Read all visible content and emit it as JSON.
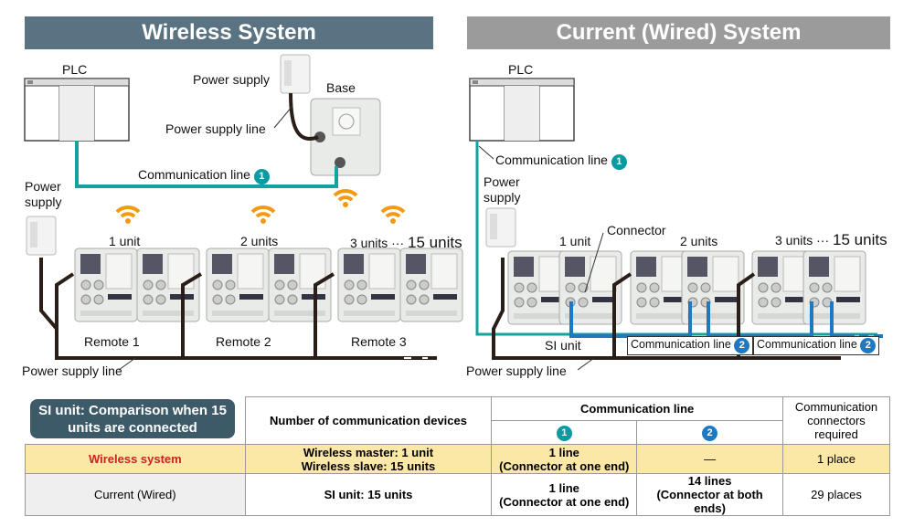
{
  "headers": {
    "wireless": "Wireless System",
    "wired": "Current (Wired) System"
  },
  "wireless": {
    "plc": "PLC",
    "power_supply_top": "Power supply",
    "base": "Base",
    "power_supply_line_top": "Power supply line",
    "communication_line": "Communication line",
    "comm_badge": "1",
    "power_supply_left": "Power\nsupply",
    "unit1": "1 unit",
    "unit2": "2 units",
    "unit3": "3 units",
    "dots": "···",
    "unit15": "15 units",
    "remote1": "Remote 1",
    "remote2": "Remote 2",
    "remote3": "Remote 3",
    "power_supply_line_bottom": "Power supply line"
  },
  "wired": {
    "plc": "PLC",
    "communication_line": "Communication line",
    "comm_badge": "1",
    "power_supply": "Power\nsupply",
    "connector": "Connector",
    "unit1": "1 unit",
    "unit2": "2 units",
    "unit3": "3 units",
    "dots": "···",
    "unit15": "15 units",
    "si_unit": "SI unit",
    "comm_line2": "Communication line",
    "comm_badge2": "2",
    "power_supply_line": "Power supply line"
  },
  "table": {
    "caption": "SI unit: Comparison when 15 units are connected",
    "col_devices": "Number of communication devices",
    "col_comm": "Communication line",
    "sub1": "1",
    "sub2": "2",
    "col_connectors": "Communication connectors required",
    "rows": [
      {
        "label": "Wireless system",
        "devices_1": "Wireless master: 1 unit",
        "devices_2": "Wireless slave: 15 units",
        "line1_a": "1 line",
        "line1_b": "(Connector at one end)",
        "line2": "—",
        "connectors": "1 place"
      },
      {
        "label": "Current (Wired)",
        "devices_1": "SI unit: 15 units",
        "line1_a": "1 line",
        "line1_b": "(Connector at one end)",
        "line2_a": "14 lines",
        "line2_b": "(Connector at both ends)",
        "connectors": "29 places"
      }
    ]
  }
}
